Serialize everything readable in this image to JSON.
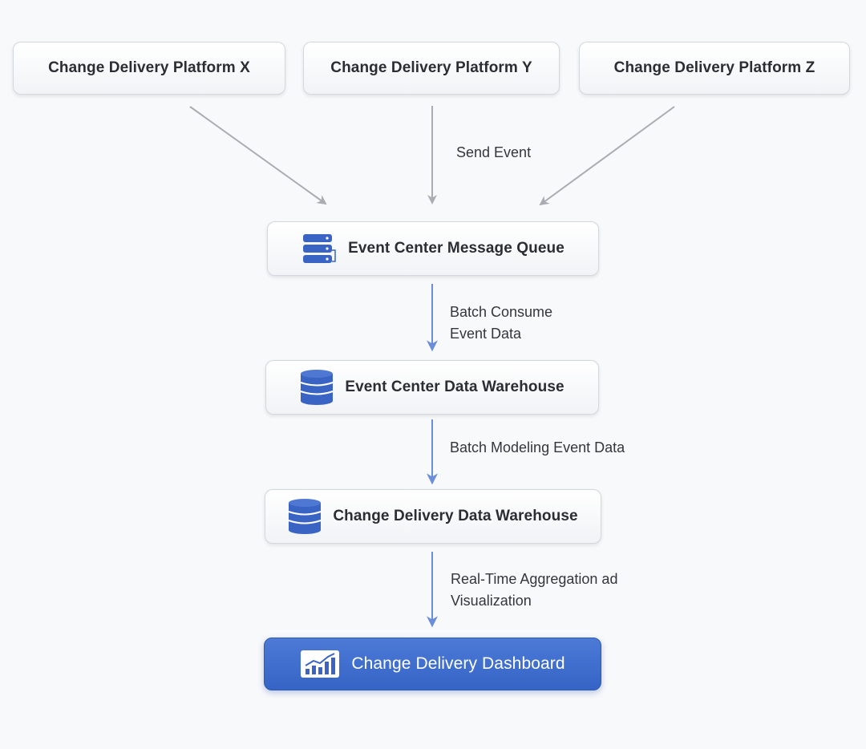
{
  "platforms": [
    {
      "label": "Change Delivery Platform X"
    },
    {
      "label": "Change Delivery Platform Y"
    },
    {
      "label": "Change Delivery Platform Z"
    }
  ],
  "nodes": {
    "queue": {
      "label": "Event Center Message Queue",
      "icon": "server-stack-icon"
    },
    "event_warehouse": {
      "label": "Event Center Data Warehouse",
      "icon": "database-icon"
    },
    "delivery_warehouse": {
      "label": "Change Delivery Data Warehouse",
      "icon": "database-icon"
    },
    "dashboard": {
      "label": "Change Delivery Dashboard",
      "icon": "chart-icon"
    }
  },
  "edges": {
    "send_event": "Send Event",
    "batch_consume": {
      "line1": "Batch Consume",
      "line2": "Event Data"
    },
    "batch_modeling": "Batch Modeling Event Data",
    "aggregation": {
      "line1": "Real-Time Aggregation ad",
      "line2": "Visualization"
    }
  },
  "colors": {
    "gray_arrow": "#a9acb1",
    "blue_arrow": "#6a8fd8",
    "icon_blue": "#3a64c4",
    "dashboard_fill": "#3c6bcb"
  }
}
